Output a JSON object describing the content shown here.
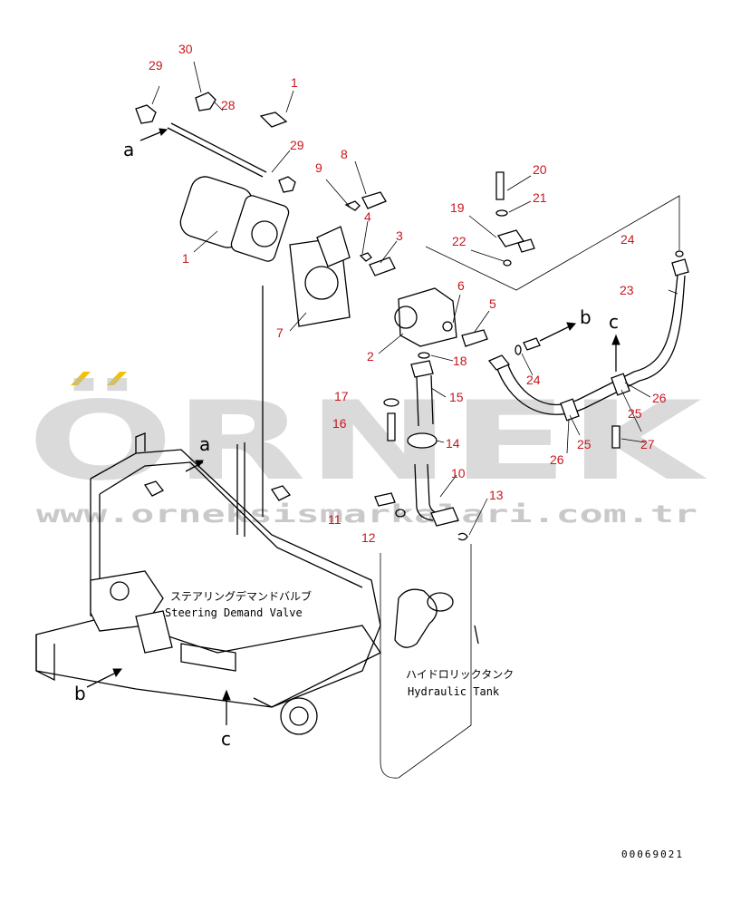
{
  "watermark": {
    "brand": "ÖRNEK",
    "url": "www.orneksismarkalari.com.tr",
    "accent_color": "#f2c200"
  },
  "labels": {
    "steering_jp": "ステアリングデマンドバルブ",
    "steering_en": "Steering Demand Valve",
    "tank_jp": "ハイドロリックタンク",
    "tank_en": "Hydraulic Tank"
  },
  "view_letters": {
    "a_top": "a",
    "a_frame": "a",
    "b_pump": "b",
    "b_frame": "b",
    "c_hose": "c",
    "c_frame": "c"
  },
  "drawing_code": "00069021",
  "callouts": {
    "n1_top": "1",
    "n1_motor": "1",
    "n2": "2",
    "n3": "3",
    "n4": "4",
    "n5": "5",
    "n6": "6",
    "n7": "7",
    "n8": "8",
    "n9": "9",
    "n10": "10",
    "n11": "11",
    "n12": "12",
    "n13": "13",
    "n14": "14",
    "n15": "15",
    "n16": "16",
    "n17": "17",
    "n18": "18",
    "n19": "19",
    "n20": "20",
    "n21": "21",
    "n22": "22",
    "n23": "23",
    "n24_top": "24",
    "n24_fitting": "24",
    "n25_left": "25",
    "n25_right": "25",
    "n26_left": "26",
    "n26_right": "26",
    "n27": "27",
    "n28": "28",
    "n29_top": "29",
    "n29_mid": "29",
    "n30": "30"
  },
  "colors": {
    "callout": "#c8171e",
    "line": "#000000",
    "background": "#ffffff"
  }
}
